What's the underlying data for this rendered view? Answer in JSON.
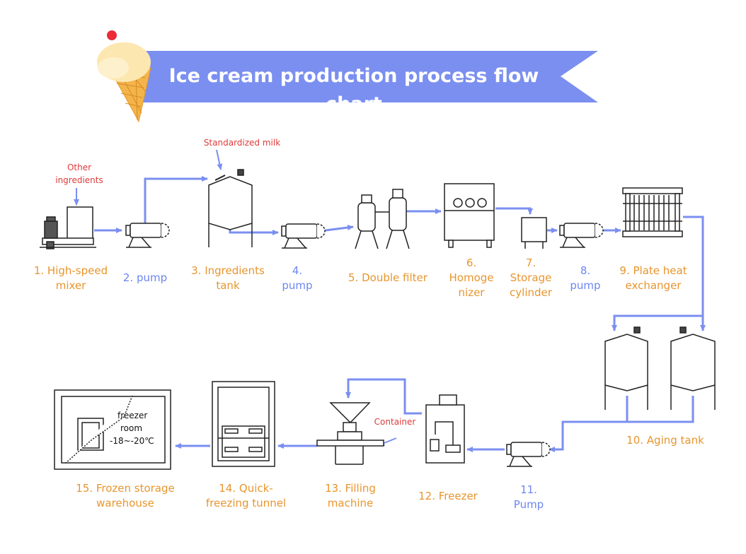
{
  "title": "Ice cream production process flow chart",
  "colors": {
    "flow_line": "#7b8ff0",
    "step_label": "#e8952e",
    "pump_label": "#6d86f2",
    "input_label": "#e03a3a",
    "banner": "#7b8ff0"
  },
  "inputs": {
    "other_ingredients": "Other ingredients",
    "standardized_milk": "Standardized milk",
    "container": "Container"
  },
  "freezer_room_note": {
    "line1": "freezer",
    "line2": "room",
    "line3": "-18~-20℃"
  },
  "steps": [
    {
      "label": "1. High-speed mixer"
    },
    {
      "label": "2. pump"
    },
    {
      "label": "3. Ingredients tank"
    },
    {
      "label": "4. pump"
    },
    {
      "label": "5. Double filter"
    },
    {
      "label": "6. Homoge nizer"
    },
    {
      "label": "7. Storage cylinder"
    },
    {
      "label": "8. pump"
    },
    {
      "label": "9. Plate heat exchanger"
    },
    {
      "label": "10. Aging tank"
    },
    {
      "label": "11. Pump"
    },
    {
      "label": "12. Freezer"
    },
    {
      "label": "13. Filling machine"
    },
    {
      "label": "14. Quick-freezing tunnel"
    },
    {
      "label": "15. Frozen storage warehouse"
    }
  ]
}
